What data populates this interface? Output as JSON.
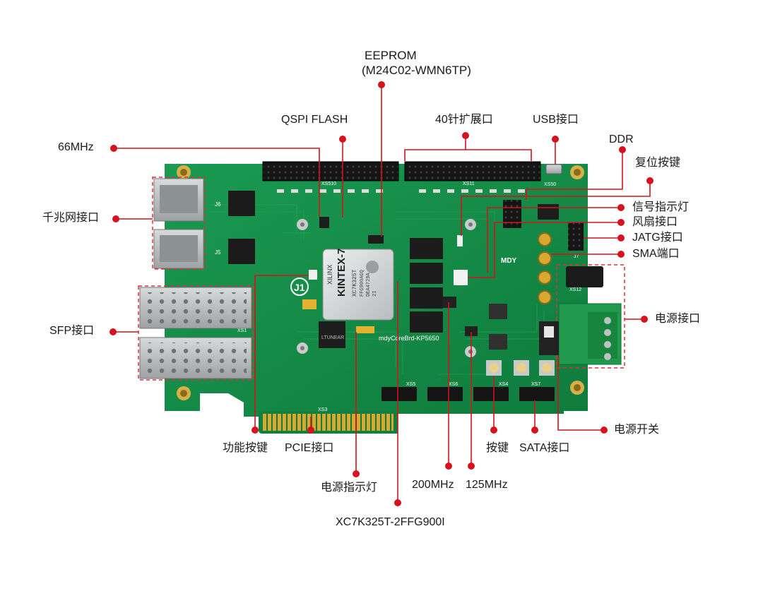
{
  "labels": {
    "eeprom_title": "EEPROM",
    "eeprom_part": "(M24C02-WMN6TP)",
    "qspi_flash": "QSPI FLASH",
    "pin40_header": "40针扩展口",
    "usb_port": "USB接口",
    "ddr": "DDR",
    "reset_button": "复位按键",
    "clk_66mhz": "66MHz",
    "gigabit_eth": "千兆网接口",
    "signal_led": "信号指示灯",
    "fan_port": "风扇接口",
    "jtag_port": "JATG接口",
    "sma_port": "SMA端口",
    "power_port": "电源接口",
    "sfp_port": "SFP接口",
    "power_switch": "电源开关",
    "func_button": "功能按键",
    "pcie_port": "PCIE接口",
    "button": "按键",
    "sata_port": "SATA接口",
    "power_led": "电源指示灯",
    "clk_200mhz": "200MHz",
    "clk_125mhz": "125MHz",
    "fpga_part": "XC7K325T-2FFG900I"
  },
  "board": {
    "silk_j1": "J1",
    "silk_brand": "MDY",
    "silk_model": "mdyCoreBrd-KP5650",
    "silk_xs510": "XS510",
    "silk_xs11": "XS11",
    "silk_xs50": "XS50",
    "silk_j6": "J6",
    "silk_j5": "J5",
    "silk_j7": "J7",
    "silk_xs12": "XS12",
    "silk_xs1": "XS1",
    "silk_xs3": "XS3",
    "silk_xs4": "XS4",
    "silk_xs5": "XS5",
    "silk_xs6": "XS6",
    "silk_xs7": "XS7",
    "fpga_brand": "XILINX",
    "fpga_family": "KINTEX-7",
    "fpga_code": "XC7K325T",
    "fpga_lot1": "FFG900AGQ",
    "fpga_lot2": "DEA4729A",
    "fpga_grade": "2I",
    "flash_chip": "LTUNEAR"
  },
  "colors": {
    "pcb": "#15924a",
    "pcb_dark": "#0d6b35",
    "callout": "#d5121e",
    "dashed": "#e0303b",
    "gold": "#d9a830",
    "silver": "#c2c5c6"
  }
}
